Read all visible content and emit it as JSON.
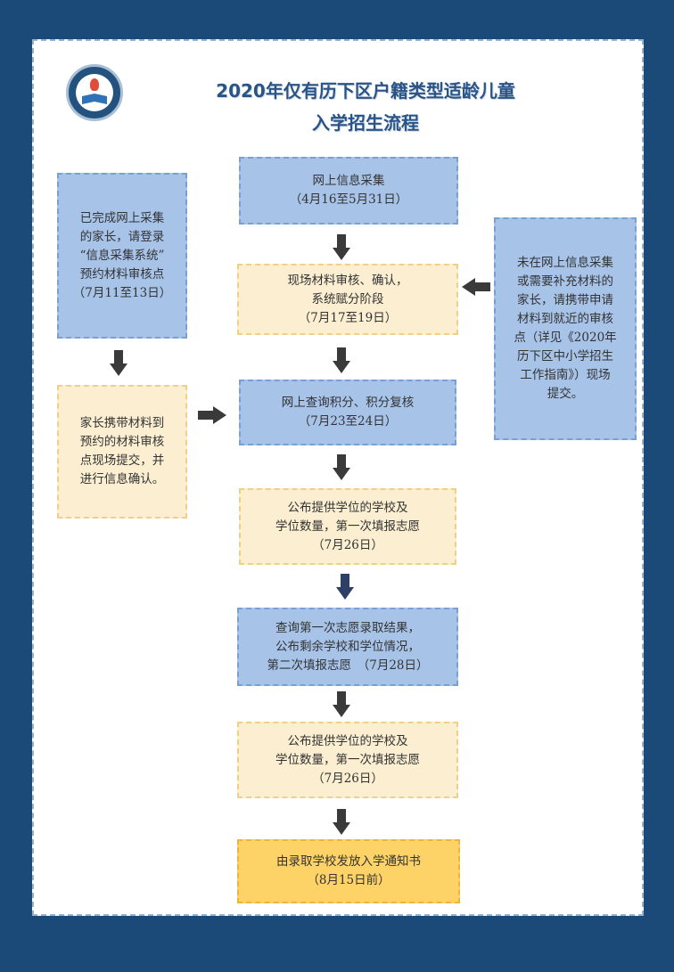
{
  "title": {
    "line1": "2020年仅有历下区户籍类型适龄儿童",
    "line2": "入学招生流程"
  },
  "steps": [
    {
      "id": "s1",
      "lines": [
        "网上信息采集",
        "（4月16至5月31日）"
      ],
      "color": "blue"
    },
    {
      "id": "s2",
      "lines": [
        "现场材料审核、确认，",
        "系统赋分阶段",
        "（7月17至19日）"
      ],
      "color": "tan"
    },
    {
      "id": "s3",
      "lines": [
        "网上查询积分、积分复核",
        "（7月23至24日）"
      ],
      "color": "blue"
    },
    {
      "id": "s4",
      "lines": [
        "公布提供学位的学校及",
        "学位数量，第一次填报志愿",
        "（7月26日）"
      ],
      "color": "tan"
    },
    {
      "id": "s5",
      "lines": [
        "查询第一次志愿录取结果，",
        "公布剩余学校和学位情况，",
        "第二次填报志愿　（7月28日）"
      ],
      "color": "blue"
    },
    {
      "id": "s6",
      "lines": [
        "公布提供学位的学校及",
        "学位数量，第一次填报志愿",
        "（7月26日）"
      ],
      "color": "tan"
    },
    {
      "id": "s7",
      "lines": [
        "由录取学校发放入学通知书",
        "（8月15日前）"
      ],
      "color": "gold"
    }
  ],
  "left_top": {
    "lines": [
      "已完成网上采集",
      "的家长，请登录",
      "“信息采集系统”",
      "预约材料审核点",
      "（7月11至13日）"
    ],
    "color": "blue"
  },
  "left_bottom": {
    "lines": [
      "家长携带材料到",
      "预约的材料审核",
      "点现场提交，并",
      "进行信息确认。"
    ],
    "color": "tan"
  },
  "right": {
    "lines": [
      "未在网上信息采集",
      "或需要补充材料的",
      "家长，请携带申请",
      "材料到就近的审核",
      "点（详见《2020年",
      "历下区中小学招生",
      "工作指南》）现场",
      "提交。"
    ],
    "color": "blue"
  },
  "colors": {
    "background": "#1c4a78",
    "blue_box": "#a7c3e8",
    "tan_box": "#fbeed1",
    "gold_box": "#fdd367",
    "title": "#2a5486",
    "arrow": "#3a3a3a"
  },
  "icons": [
    "school-logo-icon",
    "arrow-down-icon",
    "arrow-right-icon",
    "arrow-left-icon"
  ]
}
